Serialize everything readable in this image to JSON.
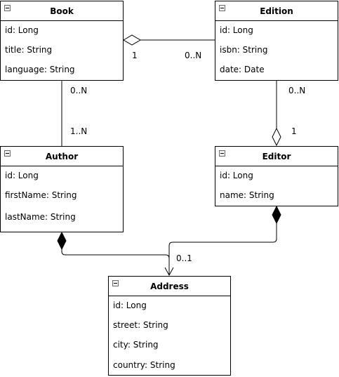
{
  "classes": {
    "book": {
      "name": "Book",
      "attributes": [
        "id: Long",
        "title: String",
        "language: String"
      ]
    },
    "edition": {
      "name": "Edition",
      "attributes": [
        "id: Long",
        "isbn: String",
        "date: Date"
      ]
    },
    "author": {
      "name": "Author",
      "attributes": [
        "id: Long",
        "firstName: String",
        "lastName: String"
      ]
    },
    "editor": {
      "name": "Editor",
      "attributes": [
        "id: Long",
        "name: String"
      ]
    },
    "address": {
      "name": "Address",
      "attributes": [
        "id: Long",
        "street: String",
        "city: String",
        "country: String"
      ]
    }
  },
  "relations": {
    "book_edition": {
      "book_end": "1",
      "edition_end": "0..N"
    },
    "book_author": {
      "book_end": "0..N",
      "author_end": "1..N"
    },
    "edition_editor": {
      "edition_end": "0..N",
      "editor_end": "1"
    },
    "address_link": {
      "address_end": "0..1"
    }
  }
}
